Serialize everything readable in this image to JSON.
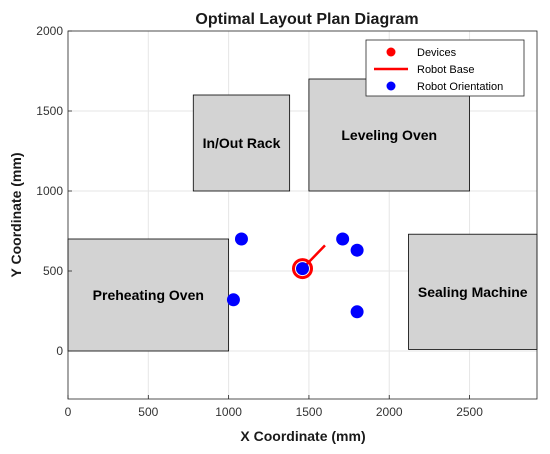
{
  "chart_data": {
    "type": "scatter",
    "title": "Optimal Layout Plan Diagram",
    "xlabel": "X Coordinate (mm)",
    "ylabel": "Y Coordinate (mm)",
    "xlim": [
      0,
      2920
    ],
    "ylim": [
      -300,
      2000
    ],
    "xticks": [
      0,
      500,
      1000,
      1500,
      2000,
      2500
    ],
    "yticks": [
      0,
      500,
      1000,
      1500,
      2000
    ],
    "grid": true,
    "legend_position": "top-right",
    "legend": [
      {
        "label": "Devices",
        "marker": "dot",
        "color": "#ff0000"
      },
      {
        "label": "Robot Base",
        "marker": "line",
        "color": "#ff0000"
      },
      {
        "label": "Robot Orientation",
        "marker": "dot",
        "color": "#0000ff"
      }
    ],
    "devices": [
      {
        "name": "In/Out Rack",
        "x0": 780,
        "y0": 1000,
        "x1": 1380,
        "y1": 1600
      },
      {
        "name": "Leveling Oven",
        "x0": 1500,
        "y0": 1000,
        "x1": 2500,
        "y1": 1700
      },
      {
        "name": "Preheating Oven",
        "x0": 0,
        "y0": 0,
        "x1": 1000,
        "y1": 700
      },
      {
        "name": "Sealing Machine",
        "x0": 2120,
        "y0": 10,
        "x1": 2920,
        "y1": 730
      }
    ],
    "robot_base": {
      "x": 1460,
      "y": 515,
      "orientation_end": {
        "x": 1600,
        "y": 660
      }
    },
    "robot_orientation_points": [
      {
        "x": 1080,
        "y": 700
      },
      {
        "x": 1030,
        "y": 320
      },
      {
        "x": 1460,
        "y": 515
      },
      {
        "x": 1710,
        "y": 700
      },
      {
        "x": 1800,
        "y": 630
      },
      {
        "x": 1800,
        "y": 245
      }
    ],
    "colors": {
      "device_fill": "#d3d3d3",
      "device_edge": "#000000",
      "robot": "#ff0000",
      "orientation": "#0000ff",
      "grid": "#e6e6e6"
    }
  }
}
